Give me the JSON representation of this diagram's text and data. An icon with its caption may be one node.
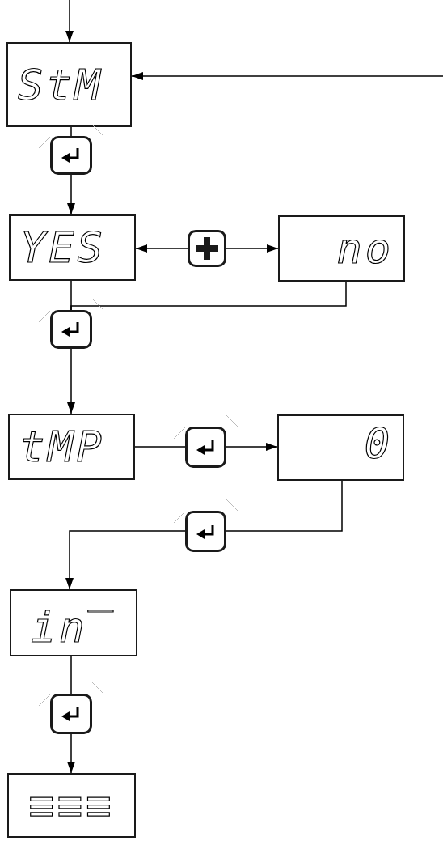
{
  "diagram": {
    "nodes": [
      {
        "text": [
          "StM"
        ]
      },
      {
        "text": [],
        "shape": "box"
      },
      {
        "text": [
          "YES"
        ]
      },
      {
        "text": [],
        "shape": "box"
      },
      {
        "text": [
          "no"
        ]
      },
      {
        "text": [],
        "shape": "box"
      },
      {
        "text": [
          "tMP"
        ]
      },
      {
        "text": [],
        "shape": "box"
      },
      {
        "text": [
          "0"
        ]
      },
      {
        "text": [],
        "shape": "box"
      },
      {
        "text": [
          "in‾"
        ]
      },
      {
        "text": [],
        "shape": "box"
      },
      {
        "text": [
          "≡≡≡"
        ]
      }
    ],
    "edges": [
      {
        "from": null,
        "to": 0,
        "arrow": "to"
      },
      {
        "from": null,
        "to": 0,
        "arrow": "to"
      },
      {
        "from": 0,
        "to": 1,
        "arrow": "none"
      },
      {
        "from": 1,
        "to": 2,
        "arrow": "to"
      },
      {
        "from": 3,
        "to": 2,
        "arrow": "to"
      },
      {
        "from": 3,
        "to": 4,
        "arrow": "to"
      },
      {
        "from": 2,
        "to": 5,
        "arrow": "none"
      },
      {
        "from": 4,
        "to": 5,
        "arrow": "none"
      },
      {
        "from": 5,
        "to": 6,
        "arrow": "to"
      },
      {
        "from": 6,
        "to": 7,
        "arrow": "none"
      },
      {
        "from": 7,
        "to": 8,
        "arrow": "to"
      },
      {
        "from": 8,
        "to": 9,
        "arrow": "none"
      },
      {
        "from": 9,
        "to": 10,
        "arrow": "to"
      },
      {
        "from": 10,
        "to": 11,
        "arrow": "none"
      },
      {
        "from": 11,
        "to": 12,
        "arrow": "to"
      }
    ]
  }
}
